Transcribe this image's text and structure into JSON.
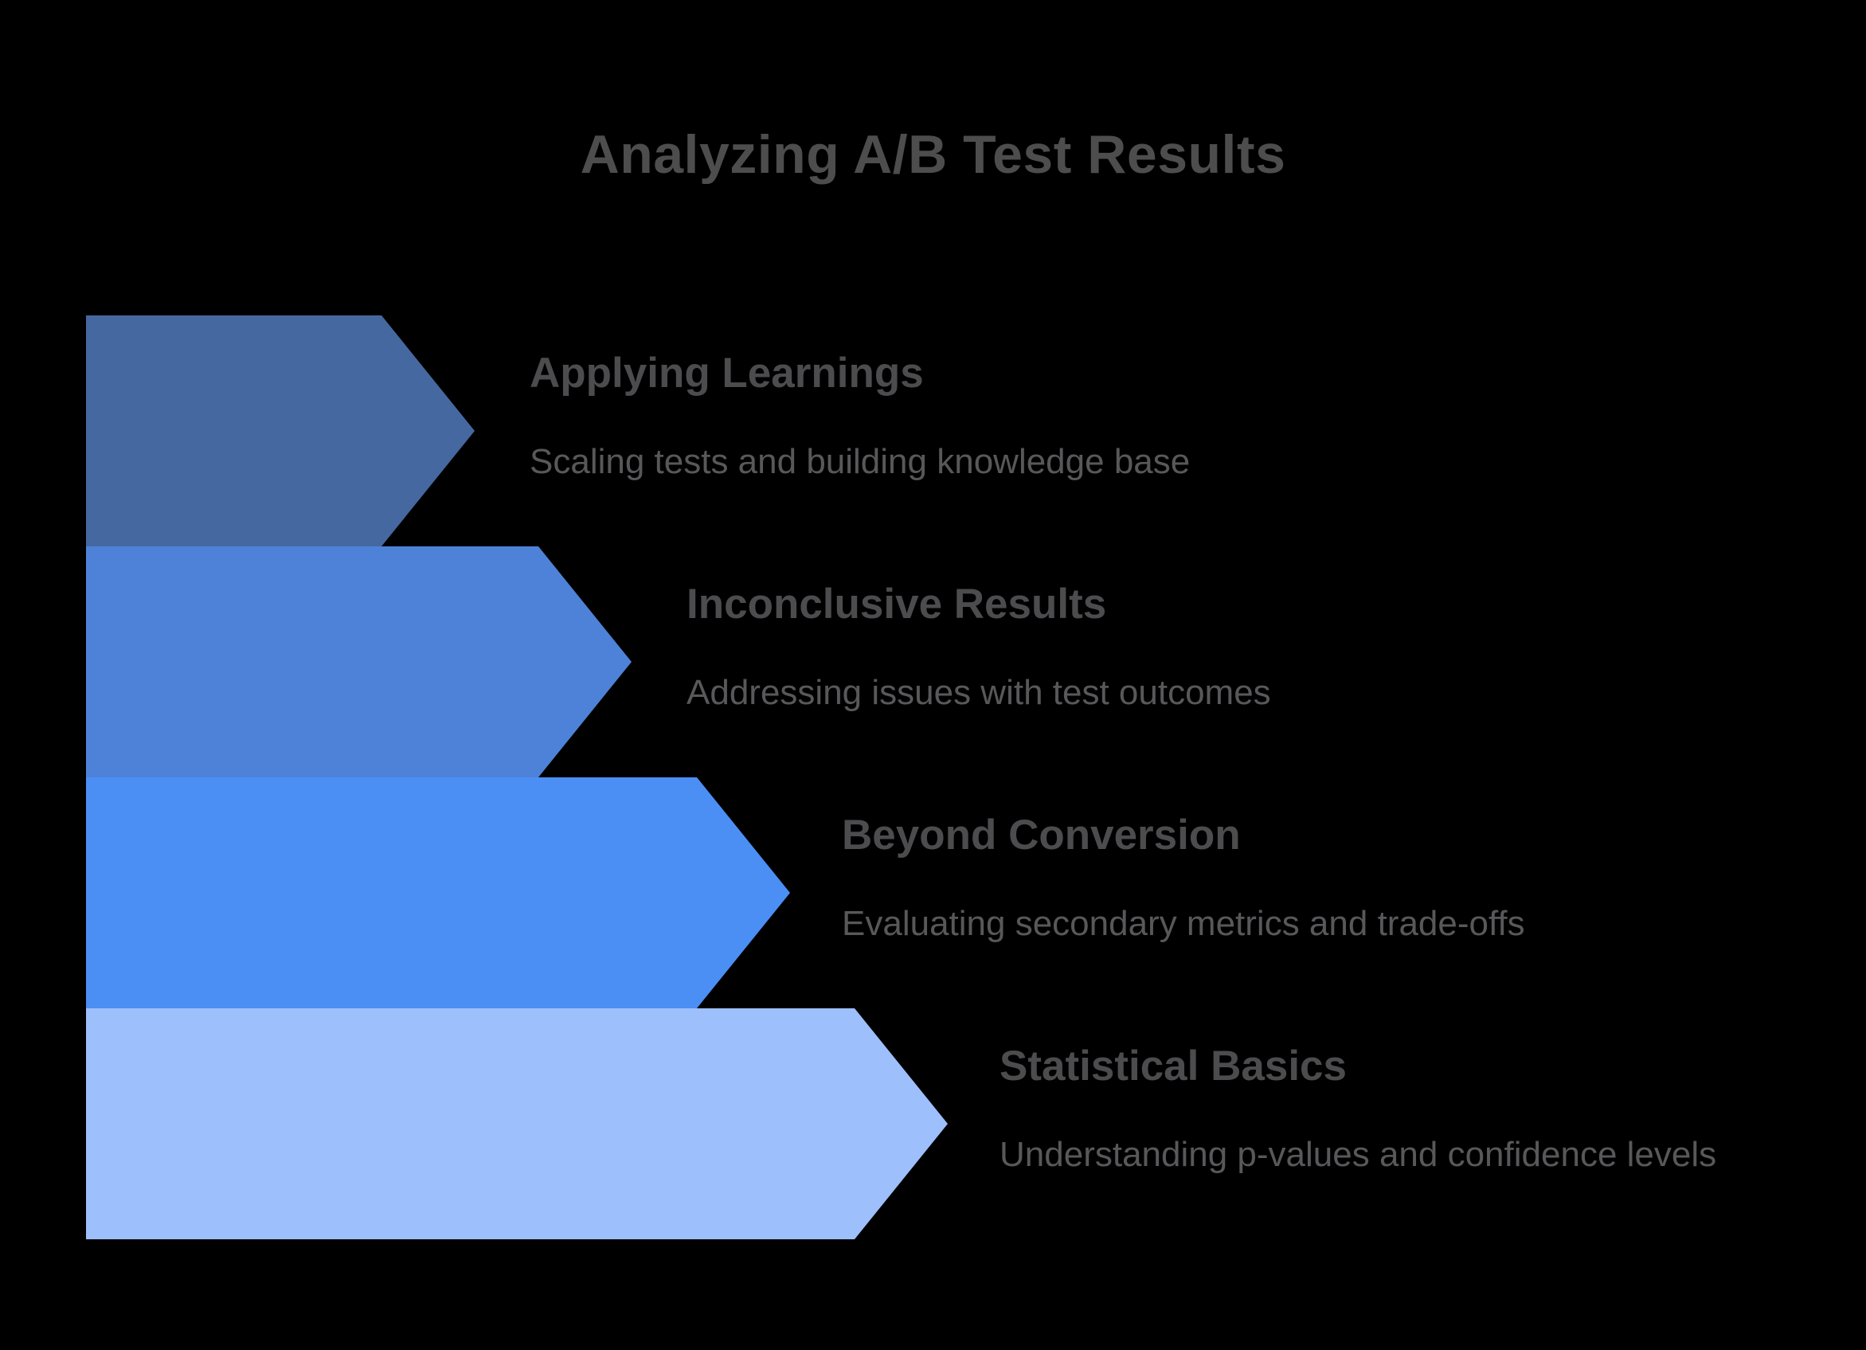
{
  "title": "Analyzing A/B Test Results",
  "colors": {
    "background": "#000000",
    "title_text": "#4d4d4d",
    "heading_text": "#4c4c4e",
    "description_text": "#58585a"
  },
  "steps": [
    {
      "label": "Applying Learnings",
      "description": "Scaling tests and building knowledge base",
      "arrow_color": "#4568a0"
    },
    {
      "label": "Inconclusive Results",
      "description": "Addressing issues with test outcomes",
      "arrow_color": "#4e82d8"
    },
    {
      "label": "Beyond Conversion",
      "description": "Evaluating secondary metrics and trade-offs",
      "arrow_color": "#4b8ff5"
    },
    {
      "label": "Statistical Basics",
      "description": "Understanding p-values and confidence levels",
      "arrow_color": "#9dbffb"
    }
  ]
}
